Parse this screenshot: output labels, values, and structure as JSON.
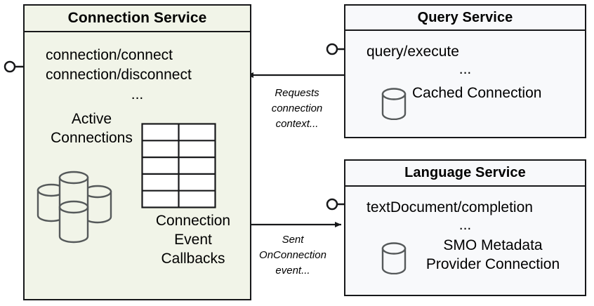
{
  "diagram": {
    "title_hidden": "",
    "components": {
      "connection_service": {
        "title": "Connection Service",
        "operations": [
          "connection/connect",
          "connection/disconnect"
        ],
        "ellipsis": "...",
        "active_connections_label": "Active\nConnections",
        "callbacks_label": "Connection\nEvent\nCallbacks",
        "fill_color": "#f1f4e8",
        "border_color": "#17181a",
        "icons": [
          "database-cluster-icon",
          "table-grid-icon"
        ]
      },
      "query_service": {
        "title": "Query Service",
        "operations": [
          "query/execute"
        ],
        "ellipsis": "...",
        "cached_connection_label": "Cached Connection",
        "fill_color": "#f8f9fb",
        "border_color": "#17181a",
        "icons": [
          "database-icon"
        ]
      },
      "language_service": {
        "title": "Language Service",
        "operations": [
          "textDocument/completion"
        ],
        "ellipsis": "...",
        "smo_label": "SMO Metadata\nProvider Connection",
        "fill_color": "#f8f9fb",
        "border_color": "#17181a",
        "icons": [
          "database-icon"
        ]
      }
    },
    "edges": [
      {
        "name": "requests-connection-context",
        "label": "Requests\nconnection\ncontext...",
        "from": "query_service",
        "to": "connection_service",
        "direction": "left"
      },
      {
        "name": "sent-onconnection-event",
        "label": "Sent\nOnConnection\nevent...",
        "from": "connection_service",
        "to": "language_service",
        "direction": "right"
      }
    ],
    "interfaces": [
      {
        "name": "connection-service-provided-interface",
        "owner": "connection_service"
      },
      {
        "name": "query-service-provided-interface",
        "owner": "query_service"
      },
      {
        "name": "language-service-provided-interface",
        "owner": "language_service"
      }
    ]
  }
}
